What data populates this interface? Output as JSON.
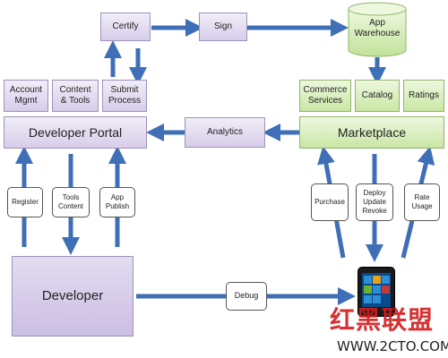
{
  "diagram": {
    "nodes": {
      "certify": "Certify",
      "sign": "Sign",
      "app_warehouse": "App\nWarehouse",
      "account_mgmt": "Account\nMgmt",
      "content_tools": "Content\n& Tools",
      "submit_process": "Submit\nProcess",
      "developer_portal": "Developer Portal",
      "analytics": "Analytics",
      "marketplace": "Marketplace",
      "commerce_services": "Commerce\nServices",
      "catalog": "Catalog",
      "ratings": "Ratings",
      "developer": "Developer"
    },
    "edge_labels": {
      "register": "Register",
      "tools_content": "Tools\nContent",
      "app_publish": "App\nPublish",
      "purchase": "Purchase",
      "deploy_update_revoke": "Deploy\nUpdate\nRevoke",
      "rate_usage": "Rate\nUsage",
      "debug": "Debug"
    },
    "colors": {
      "arrow": "#3f6fb6",
      "portal_fill": "#d7cdea",
      "marketplace_fill": "#c9e6a4"
    }
  },
  "watermark": {
    "chinese_text": "红黑联盟",
    "url": "WWW.2CTO.COM"
  }
}
